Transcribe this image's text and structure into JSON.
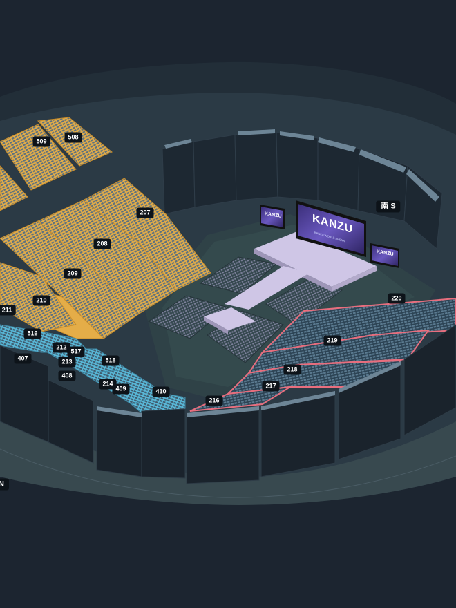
{
  "screen": {
    "title": "KANZU",
    "subtitle": "KANZU WORLD ARENA",
    "side_screen_text": "KANZU"
  },
  "directions": {
    "south": "南 S",
    "north": "N"
  },
  "sections": [
    {
      "id": "509",
      "tier": "upper",
      "status": "available"
    },
    {
      "id": "508",
      "tier": "upper",
      "status": "available"
    },
    {
      "id": "207",
      "tier": "lower",
      "status": "available"
    },
    {
      "id": "208",
      "tier": "lower",
      "status": "available"
    },
    {
      "id": "209",
      "tier": "lower",
      "status": "available"
    },
    {
      "id": "210",
      "tier": "lower",
      "status": "available"
    },
    {
      "id": "211",
      "tier": "lower",
      "status": "available"
    },
    {
      "id": "516",
      "tier": "upper",
      "status": "limited"
    },
    {
      "id": "212",
      "tier": "lower",
      "status": "limited"
    },
    {
      "id": "517",
      "tier": "upper",
      "status": "limited"
    },
    {
      "id": "407",
      "tier": "box",
      "status": "limited"
    },
    {
      "id": "213",
      "tier": "lower",
      "status": "limited"
    },
    {
      "id": "518",
      "tier": "upper",
      "status": "limited"
    },
    {
      "id": "408",
      "tier": "box",
      "status": "limited"
    },
    {
      "id": "214",
      "tier": "lower",
      "status": "limited"
    },
    {
      "id": "409",
      "tier": "box",
      "status": "limited"
    },
    {
      "id": "410",
      "tier": "box",
      "status": "limited"
    },
    {
      "id": "216",
      "tier": "lower",
      "status": "premium"
    },
    {
      "id": "217",
      "tier": "lower",
      "status": "premium"
    },
    {
      "id": "218",
      "tier": "lower",
      "status": "premium"
    },
    {
      "id": "219",
      "tier": "lower",
      "status": "premium"
    },
    {
      "id": "220",
      "tier": "lower",
      "status": "premium"
    }
  ],
  "colors": {
    "background": "#1c2530",
    "available": "#e4ad48",
    "limited": "#59b9d9",
    "premium": "#e86e7e",
    "seat": "#4d6678",
    "floor": "#2f4247",
    "stage": "#cfc6e6",
    "screen": "#5848a6",
    "label_bg": "#0d1319"
  }
}
